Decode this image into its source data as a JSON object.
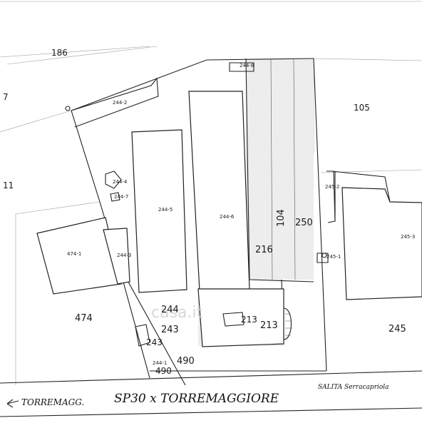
{
  "parcels": {
    "p186": "186",
    "p7": "7",
    "p11": "11",
    "p105": "105",
    "p474": "474",
    "p244": "244",
    "p216": "216",
    "p104": "104",
    "p250": "250",
    "p245": "245",
    "p243": "243",
    "p213": "213",
    "p490": "490"
  },
  "subunits": {
    "s244_8": "244-8",
    "s244_2": "244-2",
    "s244_4": "244-4",
    "s244_7": "244-7",
    "s244_5": "244-5",
    "s244_6": "244-6",
    "s244_3": "244-3",
    "s244_1": "244-1",
    "s474_1": "474-1",
    "s245_2": "245-2",
    "s245_3": "245-3",
    "s245_1": "245-1",
    "s243_dup": "243",
    "s213_dup": "213",
    "s490_dup": "490"
  },
  "road": {
    "left_label": "TORREMAGG.",
    "center_label": "SP30 x TORREMAGGIORE",
    "right_label": "SALITA Serracapriola"
  },
  "watermark": "casa.it",
  "colors": {
    "line": "#222222",
    "shade": "#ededed"
  }
}
